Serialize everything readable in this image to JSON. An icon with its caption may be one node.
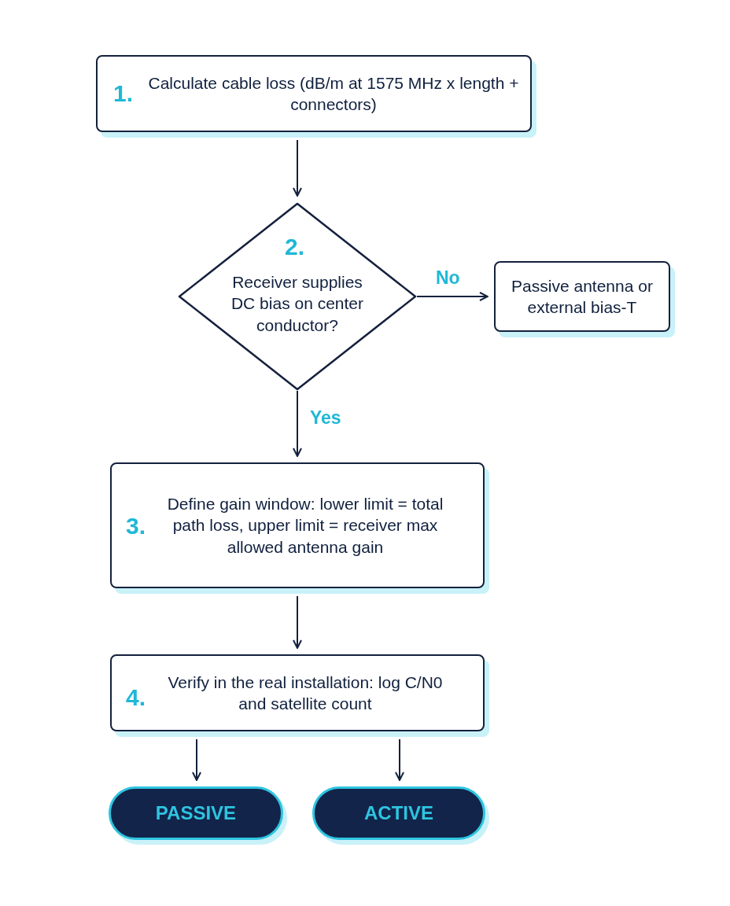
{
  "diagram": {
    "nodes": [
      {
        "text": [
          "1.",
          "Calculate cable loss (dB/m at 1575 MHz x length + connectors)"
        ]
      },
      {
        "text": [
          "2.",
          "Receiver supplies DC bias on center conductor?"
        ]
      },
      {
        "text": [
          "Passive antenna or external bias-T"
        ]
      },
      {
        "text": [
          "3.",
          "Define gain window: lower limit = total path loss, upper limit = receiver max allowed antenna gain"
        ]
      },
      {
        "text": [
          "4.",
          "Verify in the real installation: log C/N0 and satellite count"
        ]
      },
      {
        "text": [
          "PASSIVE"
        ]
      },
      {
        "text": [
          "ACTIVE"
        ]
      }
    ],
    "edges": [
      {
        "from": 0,
        "to": 1,
        "arrow": "to"
      },
      {
        "from": 1,
        "to": 2,
        "arrow": "to",
        "label": "No"
      },
      {
        "from": 1,
        "to": 3,
        "arrow": "to",
        "label": "Yes"
      },
      {
        "from": 3,
        "to": 4,
        "arrow": "to"
      },
      {
        "from": 4,
        "to": 5,
        "arrow": "to"
      },
      {
        "from": 4,
        "to": 6,
        "arrow": "to"
      }
    ]
  }
}
